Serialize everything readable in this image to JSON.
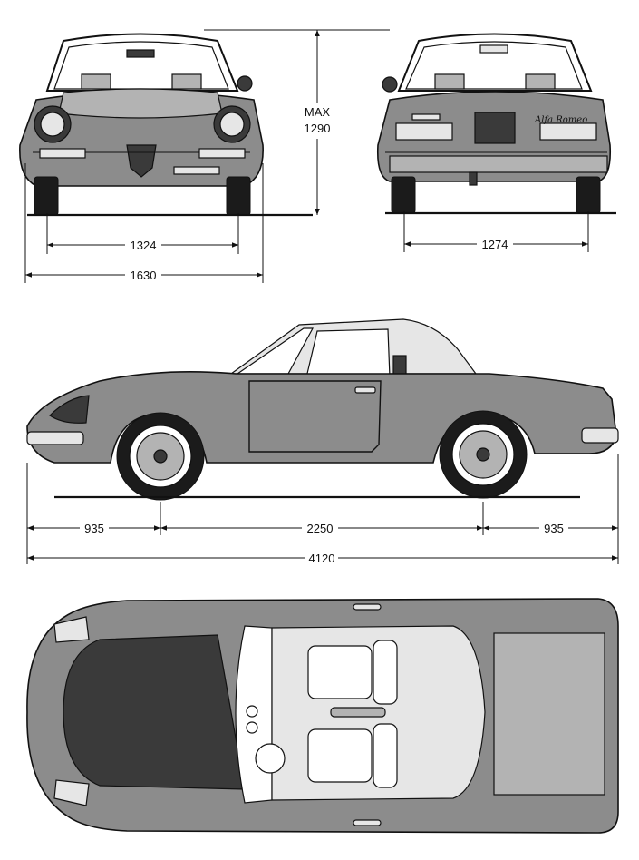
{
  "dimensions": {
    "max_height_label": "MAX",
    "max_height_value": "1290",
    "front_track": "1324",
    "rear_track": "1274",
    "overall_width": "1630",
    "front_overhang": "935",
    "wheelbase": "2250",
    "rear_overhang": "935",
    "overall_length": "4120"
  },
  "rear_badge": "Alfa Romeo"
}
